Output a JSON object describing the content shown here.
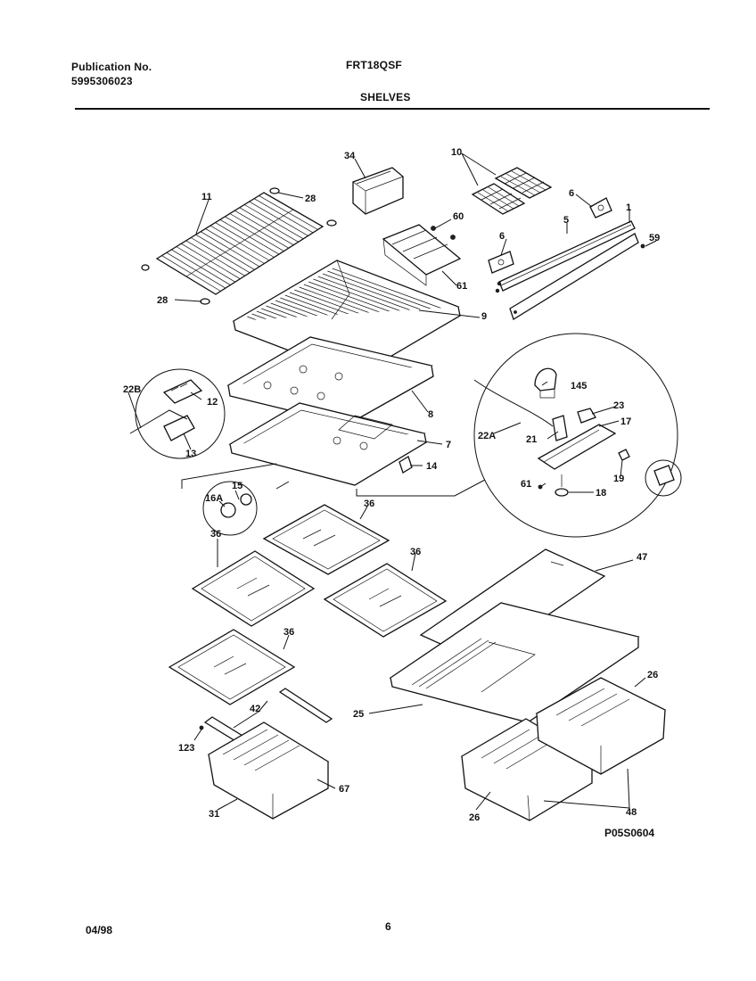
{
  "header": {
    "publication_label": "Publication No.",
    "publication_number": "5995306023",
    "model": "FRT18QSF",
    "section_title": "SHELVES"
  },
  "figure": {
    "drawing_number": "P05S0604",
    "callouts": [
      {
        "id": "c-34",
        "text": "34"
      },
      {
        "id": "c-10",
        "text": "10"
      },
      {
        "id": "c-11",
        "text": "11"
      },
      {
        "id": "c-28-top",
        "text": "28"
      },
      {
        "id": "c-6-top",
        "text": "6"
      },
      {
        "id": "c-1",
        "text": "1"
      },
      {
        "id": "c-60",
        "text": "60"
      },
      {
        "id": "c-5",
        "text": "5"
      },
      {
        "id": "c-59",
        "text": "59"
      },
      {
        "id": "c-6-mid",
        "text": "6"
      },
      {
        "id": "c-61-mid",
        "text": "61"
      },
      {
        "id": "c-28-bottom",
        "text": "28"
      },
      {
        "id": "c-9",
        "text": "9"
      },
      {
        "id": "c-22b",
        "text": "22B"
      },
      {
        "id": "c-12",
        "text": "12"
      },
      {
        "id": "c-145",
        "text": "145"
      },
      {
        "id": "c-8",
        "text": "8"
      },
      {
        "id": "c-23",
        "text": "23"
      },
      {
        "id": "c-17",
        "text": "17"
      },
      {
        "id": "c-13",
        "text": "13"
      },
      {
        "id": "c-22a",
        "text": "22A"
      },
      {
        "id": "c-21",
        "text": "21"
      },
      {
        "id": "c-7",
        "text": "7"
      },
      {
        "id": "c-14",
        "text": "14"
      },
      {
        "id": "c-19",
        "text": "19"
      },
      {
        "id": "c-61-bulb",
        "text": "61"
      },
      {
        "id": "c-18",
        "text": "18"
      },
      {
        "id": "c-15",
        "text": "15"
      },
      {
        "id": "c-16a",
        "text": "16A"
      },
      {
        "id": "c-36-a",
        "text": "36"
      },
      {
        "id": "c-36-b",
        "text": "36"
      },
      {
        "id": "c-36-c",
        "text": "36"
      },
      {
        "id": "c-47",
        "text": "47"
      },
      {
        "id": "c-36-d",
        "text": "36"
      },
      {
        "id": "c-26-right",
        "text": "26"
      },
      {
        "id": "c-42",
        "text": "42"
      },
      {
        "id": "c-25",
        "text": "25"
      },
      {
        "id": "c-123",
        "text": "123"
      },
      {
        "id": "c-67",
        "text": "67"
      },
      {
        "id": "c-31",
        "text": "31"
      },
      {
        "id": "c-26-bottom",
        "text": "26"
      },
      {
        "id": "c-48",
        "text": "48"
      }
    ]
  },
  "footer": {
    "date": "04/98",
    "page_number": "6"
  }
}
